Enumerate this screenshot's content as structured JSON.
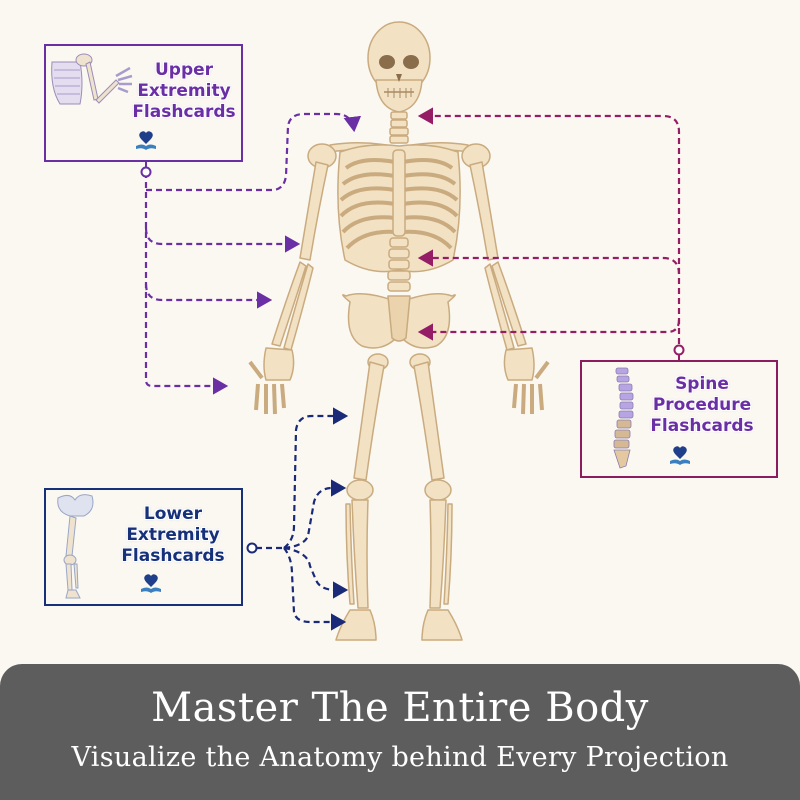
{
  "cards": {
    "upper": {
      "line1": "Upper",
      "line2": "Extremity",
      "line3": "Flashcards",
      "border_color": "#6b2fa5"
    },
    "spine": {
      "line1": "Spine",
      "line2": "Procedure",
      "line3": "Flashcards",
      "border_color": "#8b1c5e"
    },
    "lower": {
      "line1": "Lower",
      "line2": "Extremity",
      "line3": "Flashcards",
      "border_color": "#16317a"
    }
  },
  "colors": {
    "upper_arrows": "#6b2fa5",
    "spine_arrows": "#951d66",
    "lower_arrows": "#1a2a78",
    "bone": "#f2e1c3",
    "bone_outline": "#c9ab7f",
    "footer_bg": "#5d5d5d"
  },
  "icons": [
    "shoulder-arm-bones-icon",
    "spine-vertebrae-icon",
    "pelvis-leg-bones-icon",
    "logo-heart-book-icon"
  ],
  "footer": {
    "headline": "Master The Entire Body",
    "tagline": "Visualize the Anatomy behind Every Projection"
  }
}
